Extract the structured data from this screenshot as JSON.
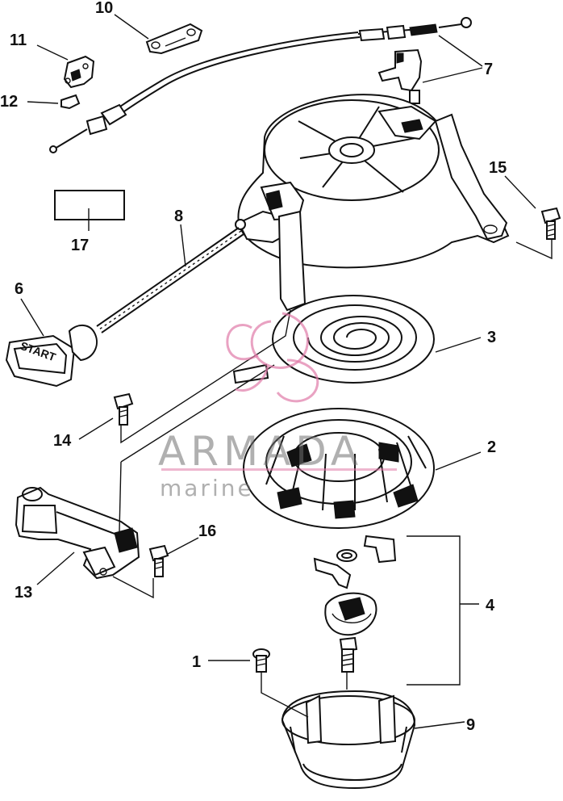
{
  "callouts": {
    "c1": "1",
    "c2": "2",
    "c3": "3",
    "c4": "4",
    "c6": "6",
    "c7": "7",
    "c8": "8",
    "c9": "9",
    "c10": "10",
    "c11": "11",
    "c12": "12",
    "c13": "13",
    "c14": "14",
    "c15": "15",
    "c16": "16",
    "c17": "17"
  },
  "handle_text": "START",
  "watermark": {
    "brand": "ARMADA",
    "tagline": "marine"
  },
  "colors": {
    "ink": "#111111",
    "watermark_pink": "#e07aa8",
    "watermark_gray": "#6f6f6f"
  }
}
